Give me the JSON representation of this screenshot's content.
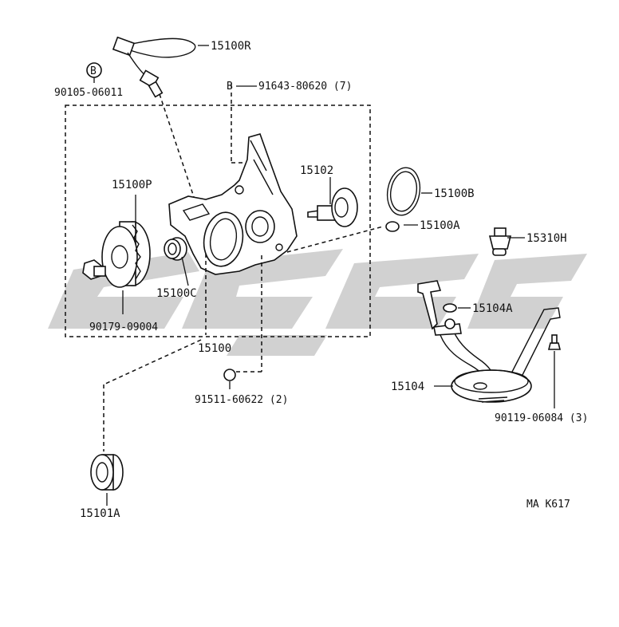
{
  "diagram_code": "MA K617",
  "watermark": "gray brand watermark",
  "labels": {
    "p15100R": "15100R",
    "p90105": "90105-06011",
    "p91643": "91643-80620 (7)",
    "bolt_b1": "B",
    "bolt_b2": "B",
    "p15102": "15102",
    "p15100B": "15100B",
    "p15100P": "15100P",
    "p15100A": "15100A",
    "p15310H": "15310H",
    "p15100C": "15100C",
    "p15104A": "15104A",
    "p90179": "90179-09004",
    "p15100": "15100",
    "p15104": "15104",
    "p91511": "91511-60622 (2)",
    "p90119": "90119-06084 (3)",
    "p15101A": "15101A"
  }
}
